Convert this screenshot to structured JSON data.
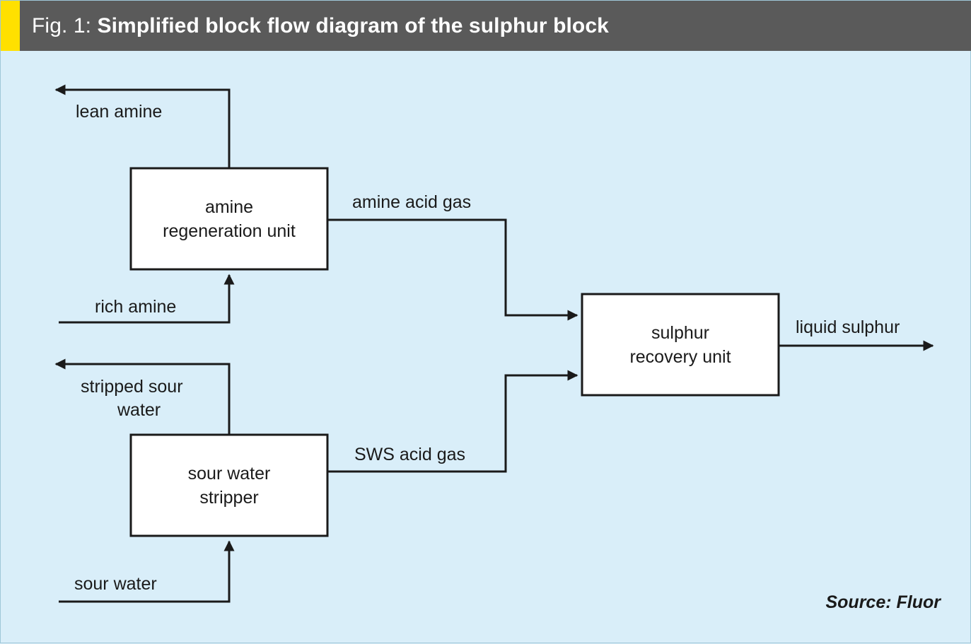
{
  "header": {
    "figure_label": "Fig. 1:",
    "title": "Simplified block flow diagram of the sulphur block",
    "accent_color": "#ffe000",
    "background_color": "#5a5a5a",
    "text_color": "#ffffff"
  },
  "canvas": {
    "background_color": "#d9eef9",
    "line_color": "#1a1a1a",
    "box_fill": "#ffffff"
  },
  "diagram": {
    "type": "block-flow-diagram",
    "nodes": [
      {
        "id": "aru",
        "label_line1": "amine",
        "label_line2": "regeneration unit"
      },
      {
        "id": "sws",
        "label_line1": "sour water",
        "label_line2": "stripper"
      },
      {
        "id": "sru",
        "label_line1": "sulphur",
        "label_line2": "recovery unit"
      }
    ],
    "edges": [
      {
        "id": "lean-amine",
        "label": "lean amine",
        "from": "aru",
        "to": "external-left",
        "direction": "out"
      },
      {
        "id": "rich-amine",
        "label": "rich amine",
        "from": "external-left",
        "to": "aru",
        "direction": "in"
      },
      {
        "id": "amine-acid-gas",
        "label": "amine acid gas",
        "from": "aru",
        "to": "sru",
        "direction": "out"
      },
      {
        "id": "stripped-sour-water",
        "label_line1": "stripped sour",
        "label_line2": "water",
        "from": "sws",
        "to": "external-left",
        "direction": "out"
      },
      {
        "id": "sour-water",
        "label": "sour water",
        "from": "external-left",
        "to": "sws",
        "direction": "in"
      },
      {
        "id": "sws-acid-gas",
        "label": "SWS acid gas",
        "from": "sws",
        "to": "sru",
        "direction": "out"
      },
      {
        "id": "liquid-sulphur",
        "label": "liquid sulphur",
        "from": "sru",
        "to": "external-right",
        "direction": "out"
      }
    ]
  },
  "footer": {
    "source": "Source: Fluor"
  }
}
